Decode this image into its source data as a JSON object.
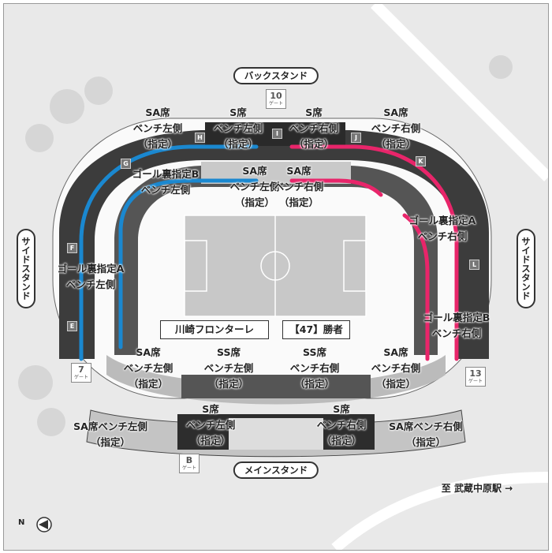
{
  "stands": {
    "back": "バックスタンド",
    "main": "メインスタンド",
    "side_left": "サイドスタンド",
    "side_right": "サイドスタンド"
  },
  "gates": [
    {
      "num": "10",
      "sub": "ゲート"
    },
    {
      "num": "7",
      "sub": "ゲート"
    },
    {
      "num": "13",
      "sub": "ゲート"
    },
    {
      "num": "B",
      "sub": "ゲート"
    }
  ],
  "teams": {
    "home": "川崎フロンターレ",
    "away": "【47】勝者"
  },
  "sections": [
    "F",
    "E",
    "G",
    "H",
    "I",
    "J",
    "K",
    "L"
  ],
  "seat_labels": {
    "top_sa_left": [
      "SA席",
      "ベンチ左側",
      "（指定）"
    ],
    "top_s_left": [
      "S席",
      "ベンチ左側",
      "（指定）"
    ],
    "top_s_right": [
      "S席",
      "ベンチ右側",
      "（指定）"
    ],
    "top_sa_right": [
      "SA席",
      "ベンチ右側",
      "（指定）"
    ],
    "mid_sa_left": [
      "SA席",
      "ベンチ左側",
      "（指定）"
    ],
    "mid_sa_right": [
      "SA席",
      "ベンチ右側",
      "（指定）"
    ],
    "goal_b_left": [
      "ゴール裏指定B",
      "ベンチ左側"
    ],
    "goal_a_left": [
      "ゴール裏指定A",
      "ベンチ左側"
    ],
    "goal_a_right": [
      "ゴール裏指定A",
      "ベンチ右側"
    ],
    "goal_b_right": [
      "ゴール裏指定B",
      "ベンチ右側"
    ],
    "bot_sa_left": [
      "SA席",
      "ベンチ左側",
      "（指定）"
    ],
    "bot_ss_left": [
      "SS席",
      "ベンチ左側",
      "（指定）"
    ],
    "bot_ss_right": [
      "SS席",
      "ベンチ右側",
      "（指定）"
    ],
    "bot_sa_right": [
      "SA席",
      "ベンチ右側",
      "（指定）"
    ],
    "low_s_left": [
      "S席",
      "ベンチ左側",
      "（指定）"
    ],
    "low_s_right": [
      "S席",
      "ベンチ右側",
      "（指定）"
    ],
    "low_sa_left": [
      "SA席ベンチ左側",
      "（指定）"
    ],
    "low_sa_right": [
      "SA席ベンチ右側",
      "（指定）"
    ]
  },
  "station": "至 武蔵中原駅 →",
  "north": "N",
  "colors": {
    "home_route": "#1a88d0",
    "away_route": "#e8256a"
  }
}
